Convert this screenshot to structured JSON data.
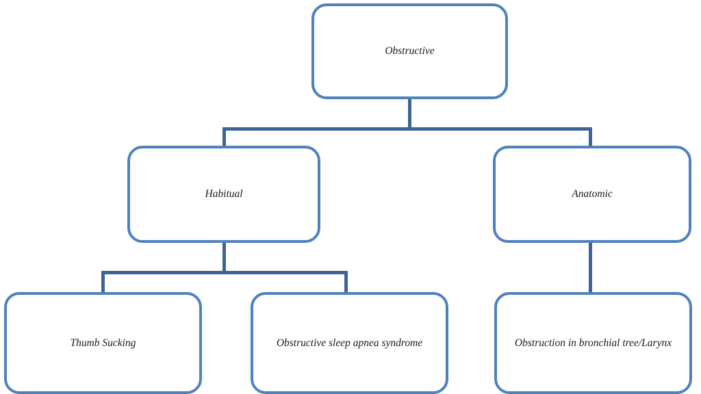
{
  "diagram": {
    "type": "hierarchy-flowchart",
    "nodes": {
      "root": {
        "label": "Obstructive"
      },
      "habitual": {
        "label": "Habitual"
      },
      "anatomic": {
        "label": "Anatomic"
      },
      "thumb": {
        "label": "Thumb Sucking"
      },
      "osas": {
        "label": "Obstructive sleep apnea syndrome"
      },
      "bronchial": {
        "label": "Obstruction in bronchial tree/Larynx"
      }
    },
    "edges": [
      {
        "from": "root",
        "to": "habitual"
      },
      {
        "from": "root",
        "to": "anatomic"
      },
      {
        "from": "habitual",
        "to": "thumb"
      },
      {
        "from": "habitual",
        "to": "osas"
      },
      {
        "from": "anatomic",
        "to": "bronchial"
      }
    ],
    "colors": {
      "box_border": "#4F81BD",
      "connector": "#3E6496",
      "text": "#1a1a1a",
      "background": "#ffffff"
    }
  }
}
